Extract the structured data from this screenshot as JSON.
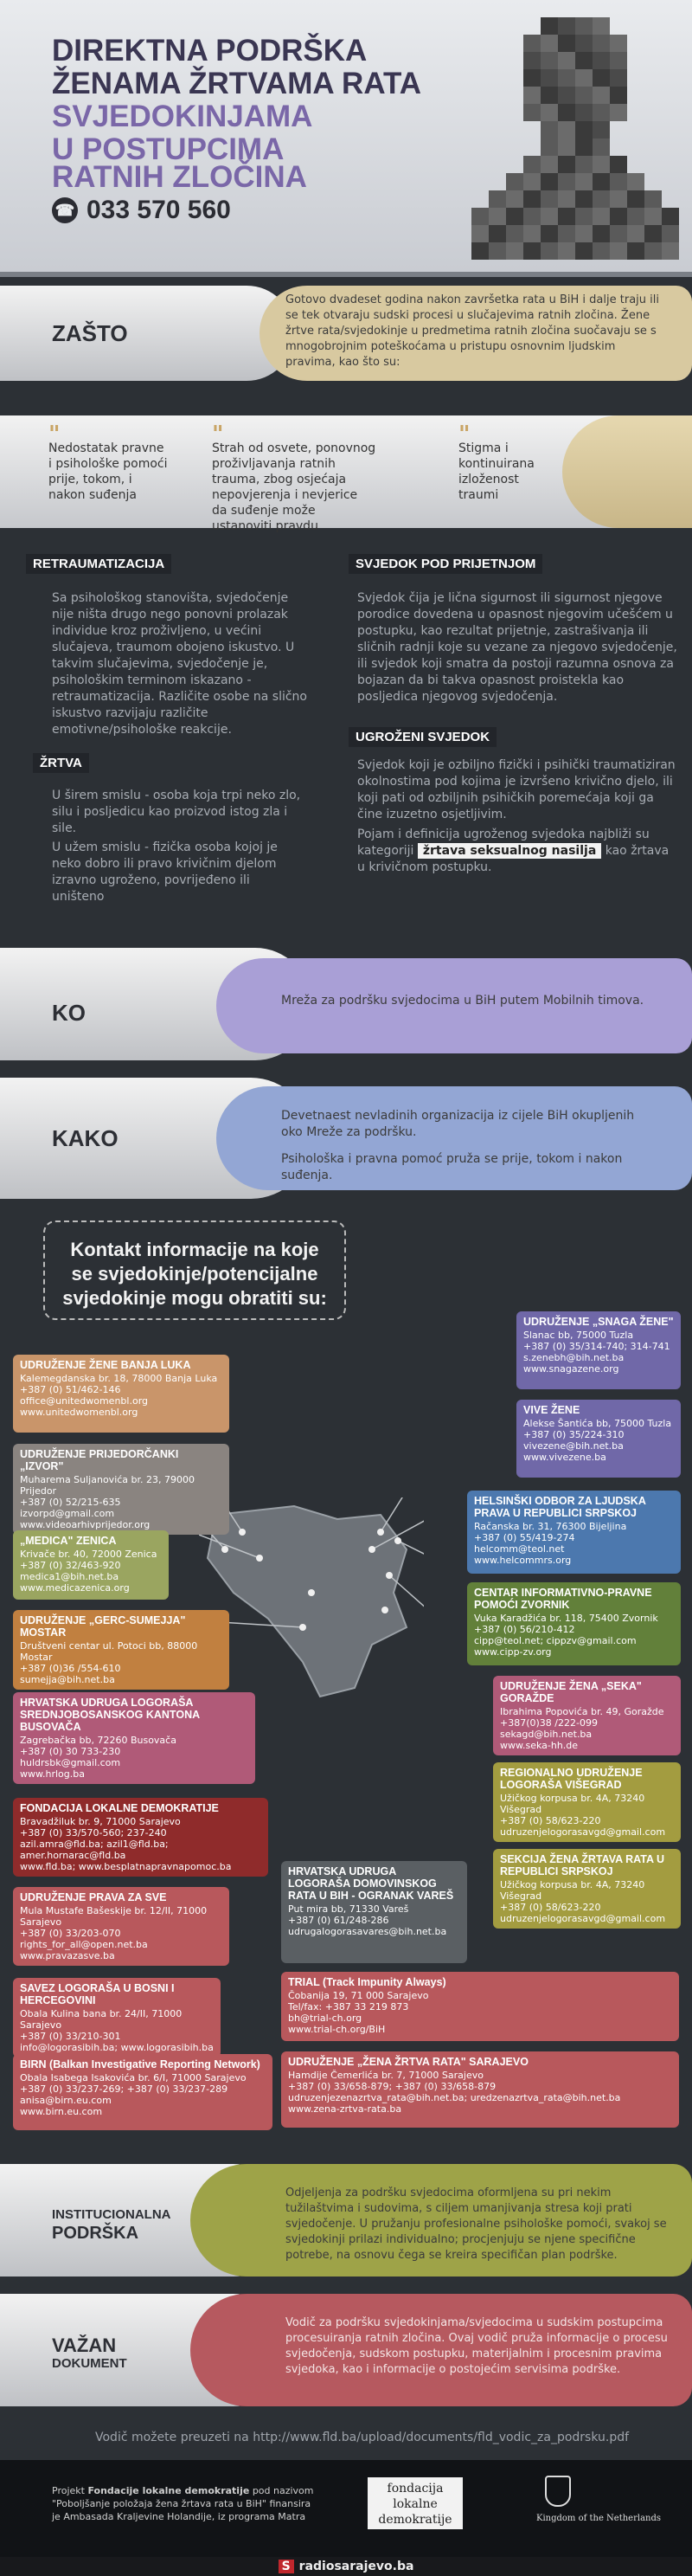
{
  "header": {
    "line1": "DIREKTNA PODRŠKA",
    "line2": "ŽENAMA ŽRTVAMA RATA",
    "line3": "SVJEDOKINJAMA",
    "line4": "U POSTUPCIMA",
    "line5": "RATNIH ZLOČINA",
    "phone": "033 570 560"
  },
  "zasto": {
    "label": "ZAŠTO",
    "text": "Gotovo dvadeset godina nakon završetka rata u BiH i dalje traju ili se tek otvaraju sudski procesi u slučajevima ratnih zločina. Žene žrtve rata/svjedokinje u predmetima ratnih zločina suočavaju se s mnogobrojnim poteškoćama u pristupu osnovnim ljudskim pravima, kao što su:",
    "items": [
      "Nedostatak pravne i psihološke pomoći prije, tokom, i nakon suđenja",
      "Strah od osvete, ponovnog proživljavanja ratnih trauma, zbog osjećaja nepovjerenja i nevjerice da suđenje može ustanoviti pravdu",
      "Stigma i kontinuirana izloženost traumi"
    ]
  },
  "retraum": {
    "title": "RETRAUMATIZACIJA",
    "text": "Sa psihološkog stanovišta, svjedočenje nije ništa drugo nego ponovni prolazak individue kroz proživljeno, u većini slučajeva, traumom obojeno iskustvo. U takvim slučajevima, svjedočenje je, psihološkim terminom iskazano - retraumatizacija. Različite osobe na slično iskustvo razvijaju različite emotivne/psihološke reakcije."
  },
  "zrtva": {
    "title": "ŽRTVA",
    "text1": "U širem smislu - osoba koja trpi neko zlo, silu i posljedicu kao proizvod istog zla i sile.",
    "text2": "U užem smislu - fizička osoba kojoj je neko dobro ili pravo krivičnim djelom izravno ugroženo, povrijeđeno ili uništeno"
  },
  "svjedok": {
    "title": "SVJEDOK POD PRIJETNJOM",
    "text": "Svjedok čija je lična sigurnost ili sigurnost njegove porodice dovedena u opasnost njegovim učešćem u postupku, kao rezultat prijetnje, zastrašivanja ili sličnih radnji koje su vezane za njegovo svjedočenje, ili svjedok koji smatra da postoji razumna osnova za bojazan da bi takva opasnost proistekla kao posljedica njegovog svjedočenja."
  },
  "ugrozeni": {
    "title": "UGROŽENI SVJEDOK",
    "text1": "Svjedok koji je ozbiljno fizički i psihički traumatiziran okolnostima pod kojima je izvršeno krivično djelo, ili koji pati od ozbiljnih psihičkih poremećaja koji ga čine izuzetno osjetljivim.",
    "text2a": "Pojam i definicija ugroženog svjedoka najbliži su kategoriji",
    "highlight": "žrtava seksualnog nasilja",
    "text2b": "kao žrtava u krivičnom postupku."
  },
  "ko": {
    "label": "KO",
    "text": "Mreža za podršku svjedocima u BiH putem Mobilnih timova."
  },
  "kako": {
    "label": "KAKO",
    "text1": "Devetnaest nevladinih organizacija iz cijele BiH okupljenih oko Mreže za podršku.",
    "text2": "Psihološka i pravna pomoć pruža se prije, tokom i nakon suđenja."
  },
  "kontakt": {
    "l1": "Kontakt informacije na koje",
    "l2": "se svjedokinje/potencijalne",
    "l3": "svjedokinje mogu obratiti su:"
  },
  "orgs": [
    {
      "name": "UDRUŽENJE ŽENE BANJA LUKA",
      "lines": [
        "Kalemegdanska br. 18, 78000 Banja Luka",
        "+387 (0) 51/462-146",
        "office@unitedwomenbl.org",
        "www.unitedwomenbl.org"
      ]
    },
    {
      "name": "UDRUŽENJE PRIJEDORČANKI „IZVOR\"",
      "lines": [
        "Muharema Suljanovića br. 23, 79000 Prijedor",
        "+387 (0) 52/215-635",
        "izvorpd@gmail.com",
        "www.videoarhivprijedor.org"
      ]
    },
    {
      "name": "„MEDICA\" ZENICA",
      "lines": [
        "Krivače br. 40, 72000 Zenica",
        "+387 (0) 32/463-920",
        "medica1@bih.net.ba",
        "www.medicazenica.org"
      ]
    },
    {
      "name": "UDRUŽENJE „GERC-SUMEJJA\" MOSTAR",
      "lines": [
        "Društveni centar ul. Potoci bb, 88000 Mostar",
        "+387 (0)36 /554-610",
        "sumejja@bih.net.ba"
      ]
    },
    {
      "name": "HRVATSKA UDRUGA LOGORAŠA SREDNJOBOSANSKOG KANTONA BUSOVAČA",
      "lines": [
        "Zagrebačka bb, 72260 Busovača",
        "+387 (0) 30 733-230",
        "huldrsbk@gmail.com",
        "www.hrlog.ba"
      ]
    },
    {
      "name": "FONDACIJA LOKALNE DEMOKRATIJE",
      "lines": [
        "Bravadžiluk br. 9, 71000 Sarajevo",
        "+387 (0) 33/570-560; 237-240",
        "azil.amra@fld.ba; azil1@fld.ba; amer.hornarac@fld.ba",
        "www.fld.ba; www.besplatnapravnapomoc.ba"
      ]
    },
    {
      "name": "UDRUŽENJE PRAVA ZA SVE",
      "lines": [
        "Mula Mustafe Bašeskije br. 12/II, 71000 Sarajevo",
        "+387 (0) 33/203-070",
        "rights_for_all@open.net.ba",
        "www.pravazasve.ba"
      ]
    },
    {
      "name": "SAVEZ LOGORAŠA U BOSNI I HERCEGOVINI",
      "lines": [
        "Obala Kulina bana br. 24/II, 71000 Sarajevo",
        "+387 (0) 33/210-301",
        "info@logorasibih.ba; www.logorasibih.ba"
      ]
    },
    {
      "name": "BIRN (Balkan Investigative Reporting Network)",
      "lines": [
        "Obala Isabega Isakovića br. 6/I, 71000 Sarajevo",
        "+387 (0) 33/237-269; +387 (0) 33/237-289",
        "anisa@birn.eu.com",
        "www.birn.eu.com"
      ]
    },
    {
      "name": "UDRUŽENJE „SNAGA ŽENE\"",
      "lines": [
        "Slanac bb, 75000 Tuzla",
        "+387 (0) 35/314-740; 314-741",
        "s.zenebh@bih.net.ba",
        "www.snagazene.org"
      ]
    },
    {
      "name": "VIVE ŽENE",
      "lines": [
        "Aleksе Šantića bb, 75000 Tuzla",
        "+387 (0) 35/224-310",
        "vivezene@bih.net.ba",
        "www.vivezene.ba"
      ]
    },
    {
      "name": "HELSINŠKI ODBOR ZA LJUDSKA PRAVA U REPUBLICI SRPSKOJ",
      "lines": [
        "Račanska br. 31, 76300 Bijeljina",
        "+387 (0) 55/419-274",
        "helcomm@teol.net",
        "www.helcommrs.org"
      ]
    },
    {
      "name": "CENTAR INFORMATIVNO-PRAVNE POMOĆI ZVORNIK",
      "lines": [
        "Vuka Karadžića br. 118, 75400 Zvornik",
        "+387 (0) 56/210-412",
        "cipp@teol.net; cippzv@gmail.com",
        "www.cipp-zv.org"
      ]
    },
    {
      "name": "UDRUŽENJE ŽENA „SEKA\" GORAŽDE",
      "lines": [
        "Ibrahima Popovića br. 49, Goražde",
        "+387(0)38 /222-099",
        "sekagd@bih.net.ba",
        "www.seka-hh.de"
      ]
    },
    {
      "name": "REGIONALNO UDRUŽENJE LOGORAŠA VIŠEGRAD",
      "lines": [
        "Užičkog korpusa br. 4A, 73240 Višegrad",
        "+387 (0) 58/623-220",
        "udruzenjelogorasavgd@gmail.com"
      ]
    },
    {
      "name": "SEKCIJA ŽENA ŽRTAVA RATA U REPUBLICI SRPSKOJ",
      "lines": [
        "Užičkog korpusa br. 4A, 73240 Višegrad",
        "+387 (0) 58/623-220",
        "udruzenjelogorasavgd@gmail.com"
      ]
    },
    {
      "name": "HRVATSKA UDRUGA LOGORAŠA DOMOVINSKOG RATA U BIH - OGRANAK VAREŠ",
      "lines": [
        "Put mira bb, 71330 Vareš",
        "+387 (0) 61/248-286",
        "udrugalogorasavares@bih.net.ba"
      ]
    },
    {
      "name": "TRIAL (Track Impunity Always)",
      "lines": [
        "Čobanija 19, 71 000 Sarajevo",
        "Tel/fax: +387 33 219 873",
        "bh@trial-ch.org",
        "www.trial-ch.org/BiH"
      ]
    },
    {
      "name": "UDRUŽENJE „ŽENA ŽRTVA RATA\" SARAJEVO",
      "lines": [
        "Hamdije Čemerlića br. 7, 71000 Sarajevo",
        "+387 (0) 33/658-879; +387 (0) 33/658-879",
        "udruzenjezenazrtva_rata@bih.net.ba; uredzenazrtva_rata@bih.net.ba",
        "www.zena-zrtva-rata.ba"
      ]
    }
  ],
  "institucionalna": {
    "label1": "INSTITUCIONALNA",
    "label2": "PODRŠKA",
    "text": "Odjeljenja za podršku svjedocima oformljena su pri nekim tužilaštvima i sudovima, s ciljem umanjivanja stresa koji prati svjedočenje. U pružanju profesionalne psihološke pomoći, svakoj se svjedokinji prilazi individualno; procjenjuju se njene specifične potrebe, na osnovu čega se kreira specifičan plan podrške."
  },
  "vazan": {
    "label1": "VAŽAN",
    "label2": "DOKUMENT",
    "text": "Vodič za podršku svjedokinjama/svjedocima u sudskim postupcima procesuiranja ratnih zločina. Ovaj vodič pruža informacije o procesu svjedočenja, sudskom postupku, materijalnim i procesnim pravima svjedoka, kao i informacije o postojećim servisima podrške."
  },
  "link": "Vodič možete preuzeti na http://www.fld.ba/upload/documents/fld_vodic_za_podrsku.pdf",
  "footer": {
    "l1a": "Projekt",
    "l1b": "Fondacije lokalne demokratije",
    "l1c": "pod nazivom",
    "l2": "\"Poboljšanje položaja žena žrtava rata u BiH\" finansira",
    "l3": "je Ambasada Kraljevine Holandije, iz programa Matra",
    "logo1": "fondacija",
    "logo2": "lokalne",
    "logo3": "demokratije",
    "crest": "Kingdom of the Netherlands"
  },
  "bottom": "radiosarajevo.ba",
  "colors": {
    "zasto": "#d8c9a0",
    "ko": "#a99fd6",
    "kako": "#93a6d4",
    "inst": "#9ea348",
    "vazan": "#b6595f"
  }
}
